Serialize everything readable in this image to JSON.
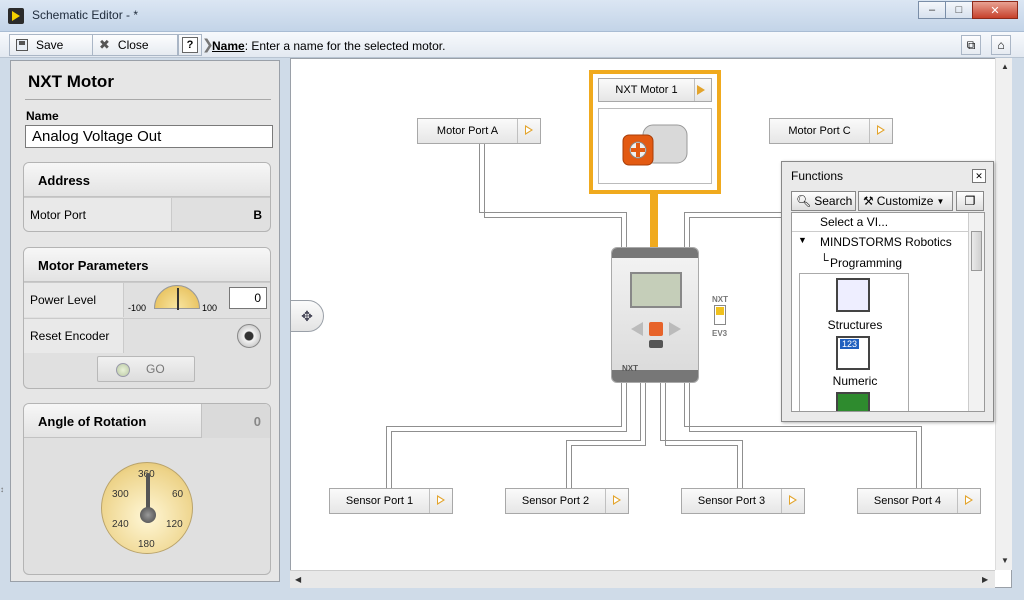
{
  "window": {
    "title": "Schematic Editor -  *"
  },
  "toolbar": {
    "save_label": "Save",
    "close_label": "Close",
    "help_label": "?",
    "help_bold": "Name",
    "help_text": ": Enter a name for the selected motor."
  },
  "panel": {
    "title": "NXT Motor",
    "name_label": "Name",
    "name_value": "Analog Voltage Out",
    "address": {
      "header": "Address",
      "motor_port_label": "Motor Port",
      "motor_port_value": "B"
    },
    "motor_params": {
      "header": "Motor Parameters",
      "power_label": "Power Level",
      "power_min": "-100",
      "power_max": "100",
      "power_value": "0",
      "reset_label": "Reset Encoder",
      "go_label": "GO"
    },
    "angle": {
      "header": "Angle of Rotation",
      "value": "0",
      "ticks": [
        "360",
        "300",
        "60",
        "240",
        "120",
        "180"
      ]
    }
  },
  "canvas": {
    "motor_ports": [
      "Motor Port A",
      "NXT Motor 1",
      "Motor Port C"
    ],
    "sensor_ports": [
      "Sensor Port 1",
      "Sensor Port 2",
      "Sensor Port 3",
      "Sensor Port 4"
    ],
    "brick_label": "NXT",
    "switch_top": "NXT",
    "switch_bottom": "EV3"
  },
  "palette": {
    "title": "Functions",
    "search_label": "Search",
    "customize_label": "Customize",
    "select_vi": "Select a VI...",
    "category": "MINDSTORMS Robotics",
    "subcategory": "Programming",
    "items": [
      "Structures",
      "Numeric"
    ]
  },
  "colors": {
    "accent": "#f0aa1e",
    "titlebar": "#c3d4e8"
  }
}
